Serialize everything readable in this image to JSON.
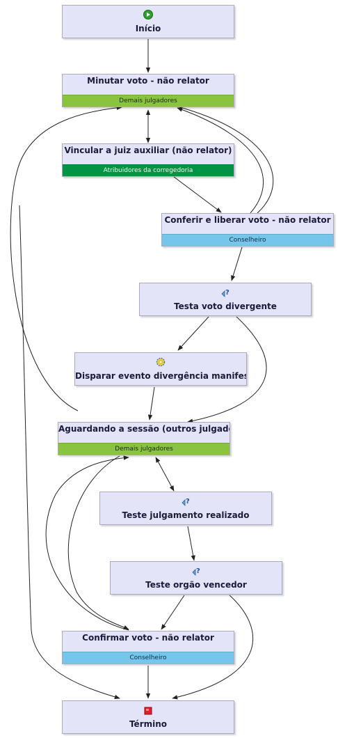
{
  "nodes": {
    "inicio": {
      "label": "Início",
      "icon": "start-icon"
    },
    "minutar": {
      "label": "Minutar voto - não relator",
      "swimlane": "Demais julgadores",
      "swimlane_color": "#8ac43f"
    },
    "vincular": {
      "label": "Vincular a juiz auxiliar (não relator)",
      "swimlane": "Atribuidores da corregedoria",
      "swimlane_color": "#029444"
    },
    "conferir": {
      "label": "Conferir e liberar voto - não relator",
      "swimlane": "Conselheiro",
      "swimlane_color": "#76c6ec"
    },
    "testa_voto": {
      "label": "Testa voto divergente",
      "icon": "decision-icon"
    },
    "disparar": {
      "label": "Disparar evento divergência manifest...",
      "icon": "event-gear-icon"
    },
    "aguardando": {
      "label": "Aguardando a sessão (outros julgado...",
      "swimlane": "Demais julgadores",
      "swimlane_color": "#8ac43f"
    },
    "teste_julg": {
      "label": "Teste julgamento realizado",
      "icon": "decision-icon"
    },
    "teste_orgao": {
      "label": "Teste orgão vencedor",
      "icon": "decision-icon"
    },
    "confirmar": {
      "label": "Confirmar voto - não relator",
      "swimlane": "Conselheiro",
      "swimlane_color": "#76c6ec"
    },
    "termino": {
      "label": "Término",
      "icon": "end-icon"
    }
  },
  "colors": {
    "node_fill": "#e4e4f8",
    "node_border": "#a9a9c6",
    "edge": "#222222"
  }
}
